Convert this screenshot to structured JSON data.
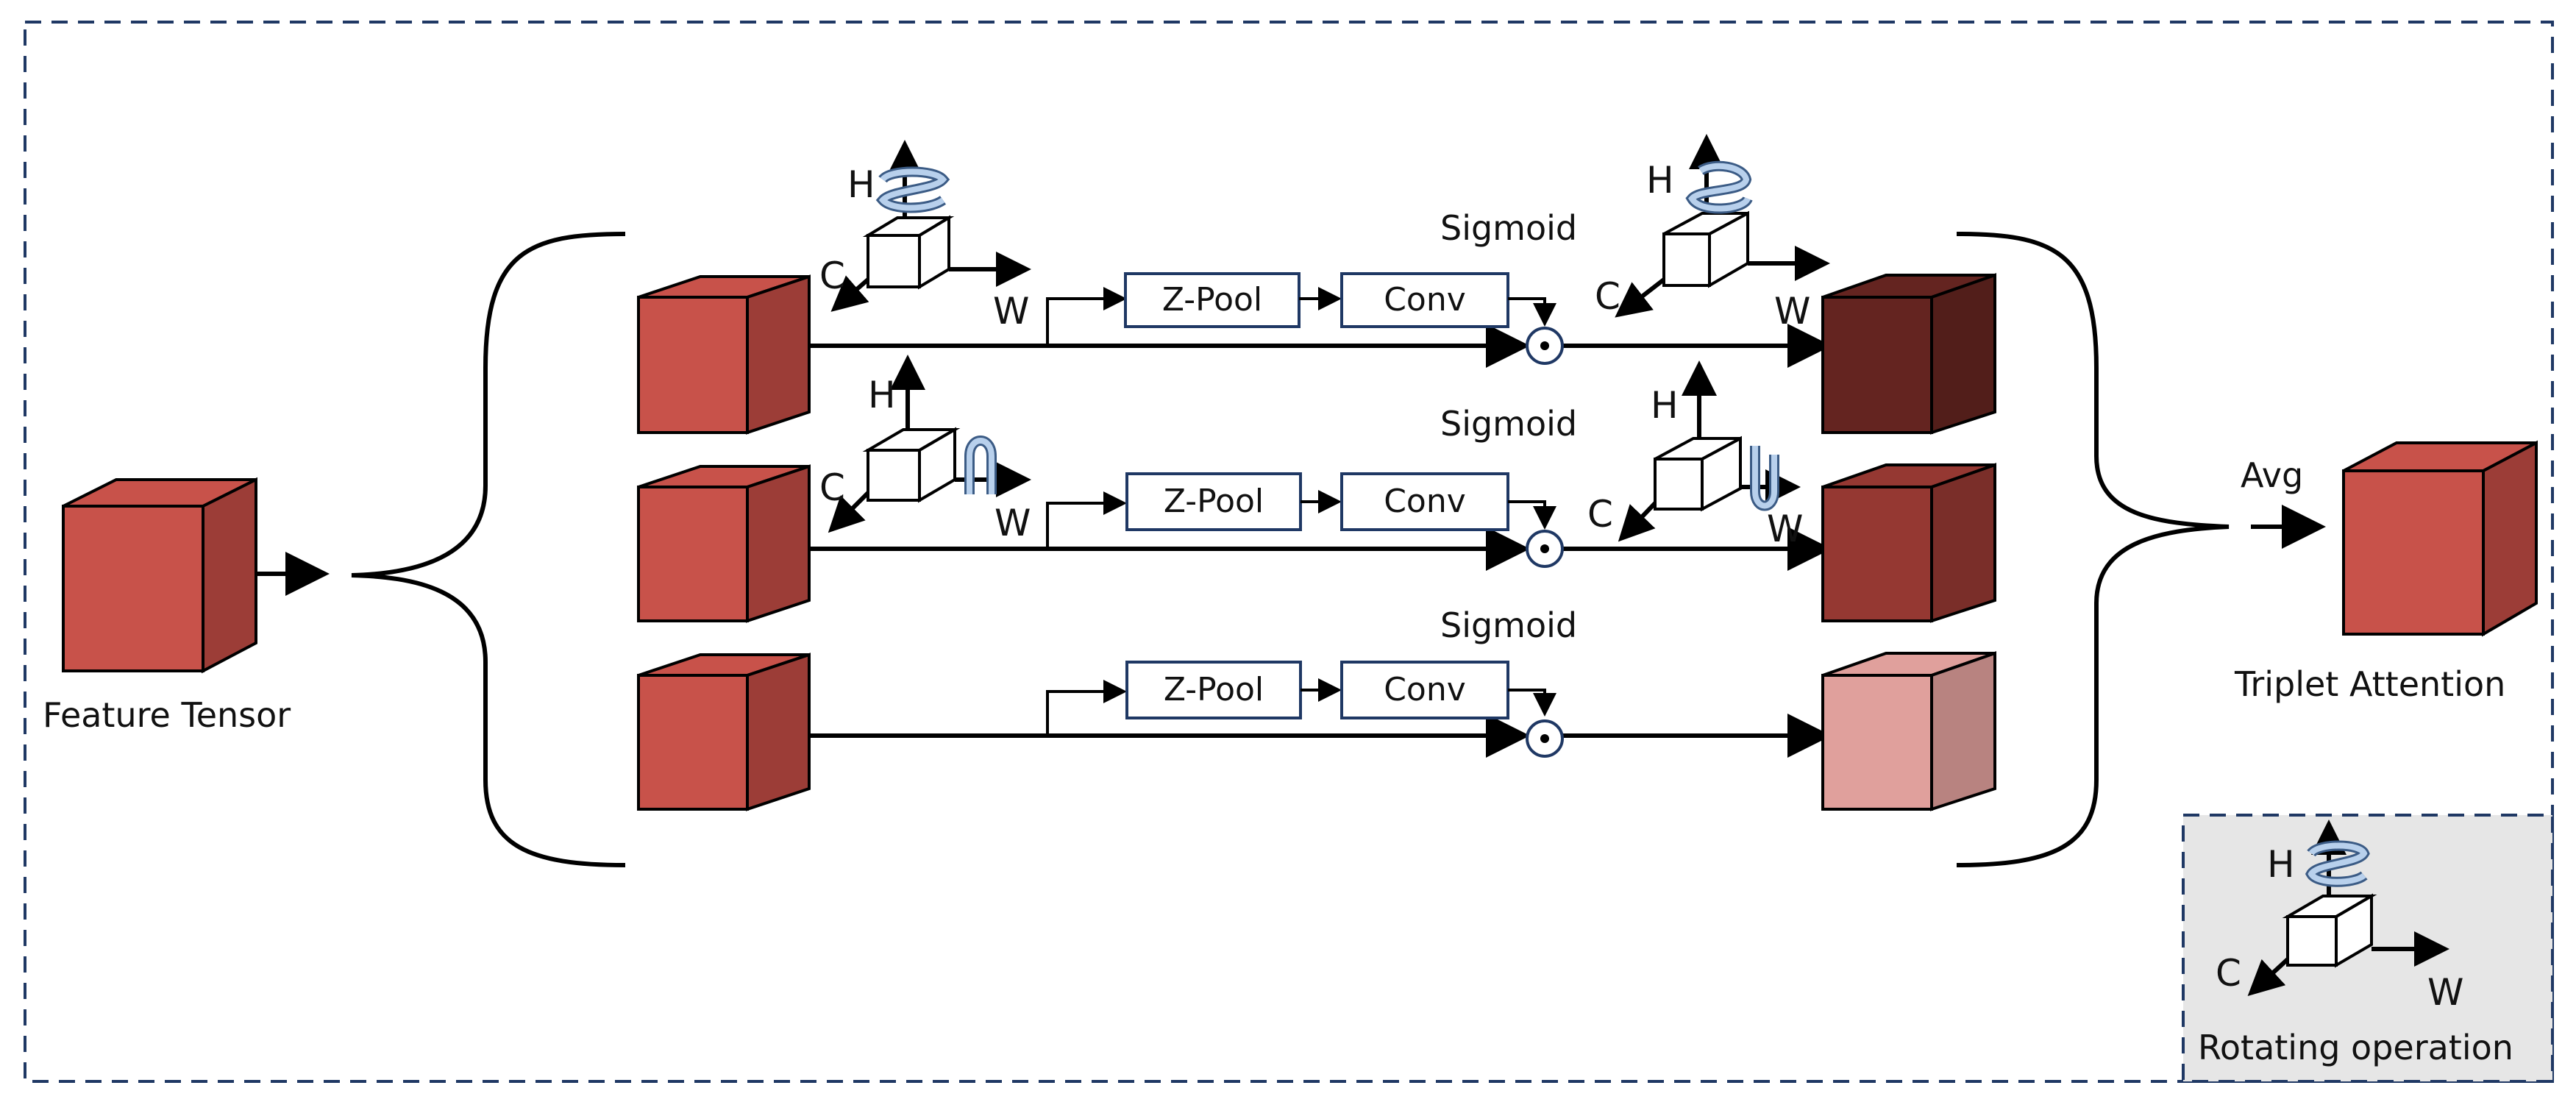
{
  "labels": {
    "feature_tensor": "Feature Tensor",
    "triplet_attention": "Triplet Attention",
    "avg": "Avg",
    "rotating_operation": "Rotating operation"
  },
  "axes": {
    "h": "H",
    "c": "C",
    "w": "W"
  },
  "branches": [
    {
      "sigmoid": "Sigmoid",
      "zpool": "Z-Pool",
      "conv": "Conv",
      "output_color": "#642420"
    },
    {
      "sigmoid": "Sigmoid",
      "zpool": "Z-Pool",
      "conv": "Conv",
      "output_color": "#953832"
    },
    {
      "sigmoid": "Sigmoid",
      "zpool": "Z-Pool",
      "conv": "Conv",
      "output_color": "#E0A09C"
    }
  ],
  "colors": {
    "cube_red": "#C8524A",
    "line": "#000000",
    "dashed_border": "#1F3864",
    "legend_bg": "#E6E6E6",
    "rotate_arrow": "#B8D0EC"
  }
}
